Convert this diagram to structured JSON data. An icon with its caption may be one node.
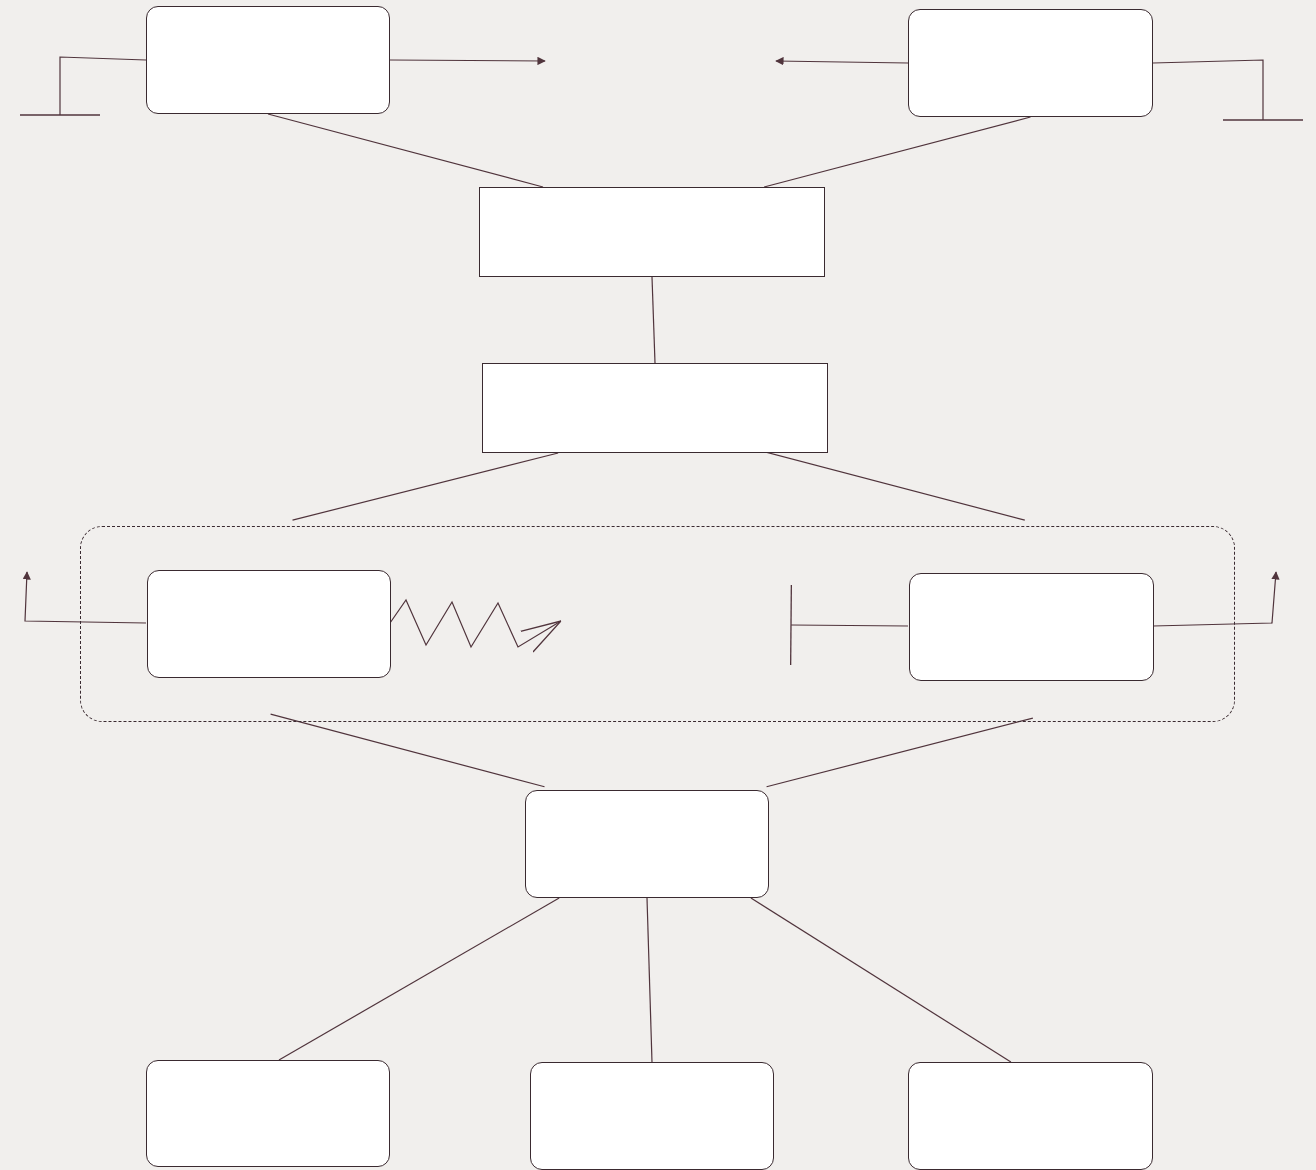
{
  "diagram": {
    "nodes": [
      {
        "text": [],
        "shape": "box"
      },
      {
        "text": [],
        "shape": "box"
      },
      {
        "text": [],
        "shape": "box"
      },
      {
        "text": [],
        "shape": "box"
      },
      {
        "text": [],
        "shape": "box"
      },
      {
        "text": [],
        "shape": "box",
        "in": 4
      },
      {
        "text": [],
        "shape": "box",
        "in": 4
      },
      {
        "text": [],
        "shape": "box"
      },
      {
        "text": [],
        "shape": "box"
      },
      {
        "text": [],
        "shape": "box"
      },
      {
        "text": [],
        "shape": "box"
      }
    ],
    "edges": [
      {
        "from": 0,
        "to": null,
        "arrow": "to"
      },
      {
        "from": 1,
        "to": null,
        "arrow": "to"
      },
      {
        "from": 0,
        "to": null,
        "arrow": "other"
      },
      {
        "from": 1,
        "to": null,
        "arrow": "other"
      },
      {
        "from": 0,
        "to": 2,
        "arrow": "none"
      },
      {
        "from": 1,
        "to": 2,
        "arrow": "none"
      },
      {
        "from": 2,
        "to": 3,
        "arrow": "none"
      },
      {
        "from": 3,
        "to": 4,
        "arrow": "none"
      },
      {
        "from": 3,
        "to": 4,
        "arrow": "none"
      },
      {
        "from": 4,
        "to": 7,
        "arrow": "none"
      },
      {
        "from": 4,
        "to": 7,
        "arrow": "none"
      },
      {
        "from": 7,
        "to": 8,
        "arrow": "none"
      },
      {
        "from": 7,
        "to": 9,
        "arrow": "none"
      },
      {
        "from": 7,
        "to": 10,
        "arrow": "none"
      },
      {
        "from": 5,
        "to": null,
        "arrow": "to"
      },
      {
        "from": 5,
        "to": null,
        "arrow": "to"
      },
      {
        "from": 6,
        "to": null,
        "arrow": "other"
      },
      {
        "from": 6,
        "to": null,
        "arrow": "to"
      }
    ]
  }
}
